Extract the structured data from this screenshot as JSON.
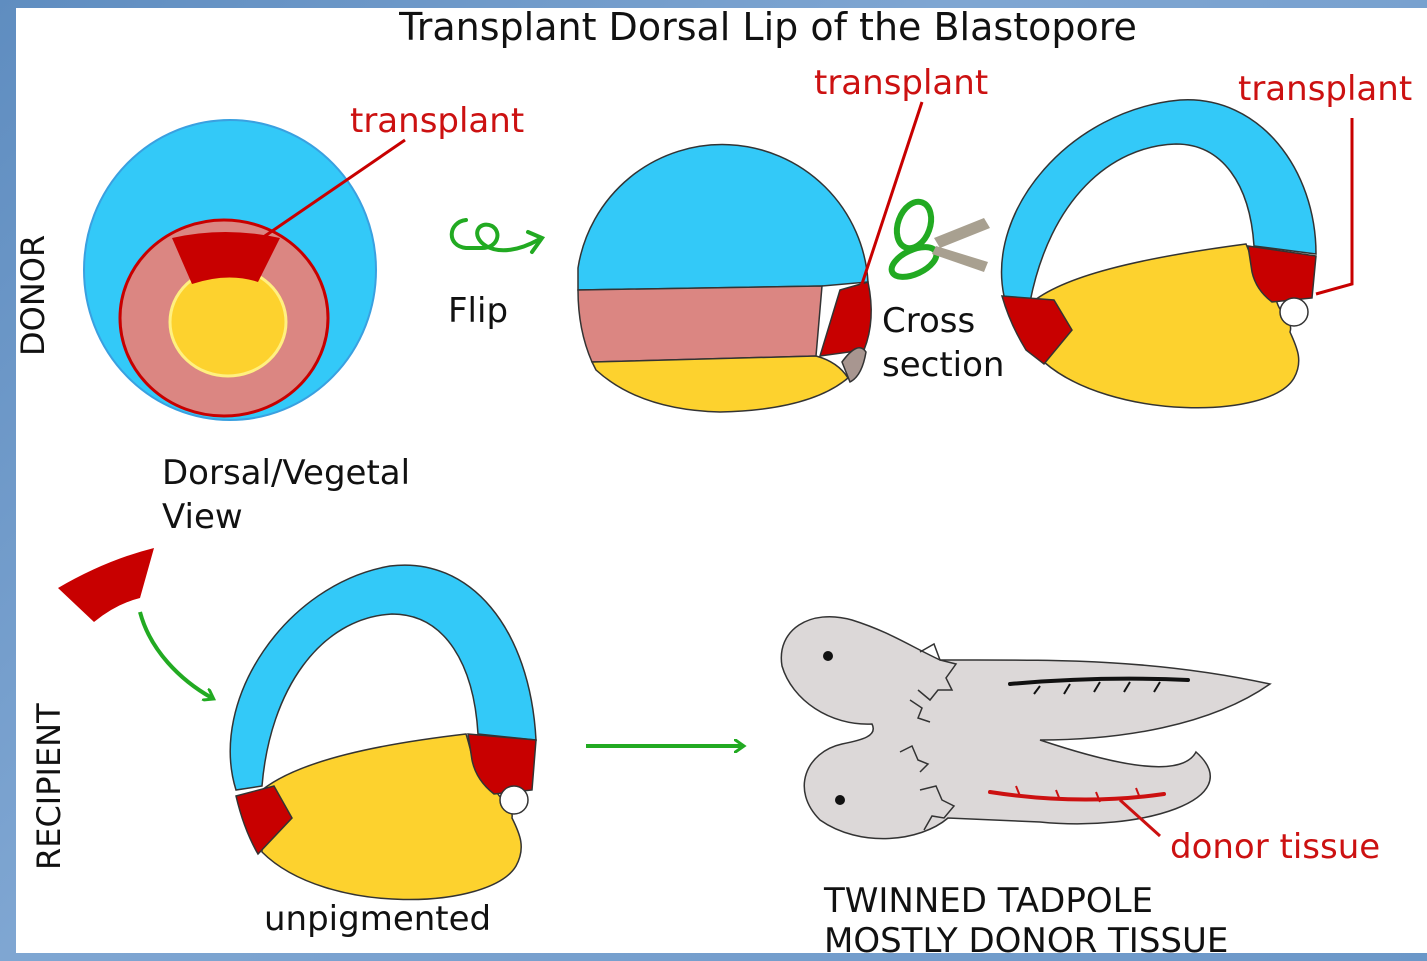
{
  "title": "Transplant Dorsal Lip of the Blastopore",
  "labels": {
    "donor": "DONOR",
    "recipient": "RECIPIENT",
    "transplant_1": "transplant",
    "transplant_2": "transplant",
    "transplant_3": "transplant",
    "flip": "Flip",
    "cross_section_line1": "Cross",
    "cross_section_line2": "section",
    "view_line1": "Dorsal/Vegetal",
    "view_line2": "View",
    "unpigmented": "unpigmented",
    "donor_tissue": "donor tissue",
    "result_line1": "TWINNED TADPOLE",
    "result_line2": "MOSTLY DONOR TISSUE"
  },
  "colors": {
    "animal_pole_blue": "#33c9f8",
    "marginal_zone_pink": "#db8682",
    "vegetal_yellow": "#fdd22e",
    "transplant_red": "#c80000",
    "arrow_green": "#22aa22",
    "tadpole_grey": "#dcd8d8",
    "label_red": "#cc1111"
  },
  "icons": {
    "flip": "flip-loop-arrow-icon",
    "cut": "scissors-icon"
  }
}
